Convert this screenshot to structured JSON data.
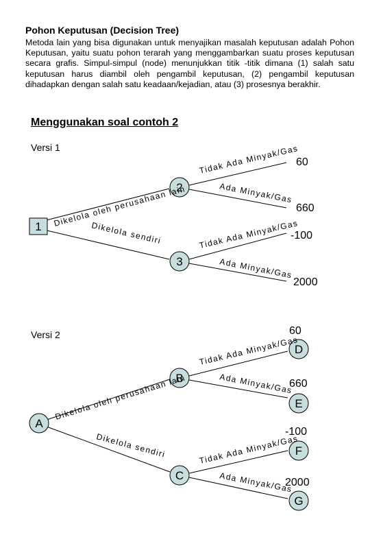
{
  "title": "Pohon Keputusan (Decision Tree)",
  "paragraph": "Metoda lain yang bisa digunakan untuk menyajikan masalah keputusan adalah Pohon Keputusan, yaitu suatu pohon terarah yang menggambarkan suatu proses keputusan secara grafis. Simpul-simpul (node) menunjukkan titik -titik dimana (1) salah satu keputusan harus diambil oleh pengambil keputusan, (2) pengambil keputusan dihadapkan dengan salah satu keadaan/kejadian, atau (3) prosesnya berakhir.",
  "section_heading": "Menggunakan soal contoh 2",
  "tree1": {
    "label": "Versi 1",
    "root": "1",
    "node_top": "2",
    "node_bottom": "3",
    "branch_top": "Dikelola oleh perusahaan lain",
    "branch_bottom": "Dikelola sendiri",
    "no_oil_top": "Tidak Ada Minyak/Gas",
    "oil_top": "Ada Minyak/Gas",
    "no_oil_bottom": "Tidak Ada Minyak/Gas",
    "oil_bottom": "Ada Minyak/Gas",
    "val1": "60",
    "val2": "660",
    "val3": "-100",
    "val4": "2000"
  },
  "tree2": {
    "label": "Versi 2",
    "root": "A",
    "node_top": "B",
    "node_bottom": "C",
    "branch_top": "Dikelola oleh perusahaan lain",
    "branch_bottom": "Dikelola sendiri",
    "no_oil_top": "Tidak Ada Minyak/Gas",
    "oil_top": "Ada Minyak/Gas",
    "no_oil_bottom": "Tidak Ada Minyak/Gas",
    "oil_bottom": "Ada Minyak/Gas",
    "val1": "60",
    "val2": "660",
    "val3": "-100",
    "val4": "2000",
    "leaf1": "D",
    "leaf2": "E",
    "leaf3": "F",
    "leaf4": "G"
  }
}
